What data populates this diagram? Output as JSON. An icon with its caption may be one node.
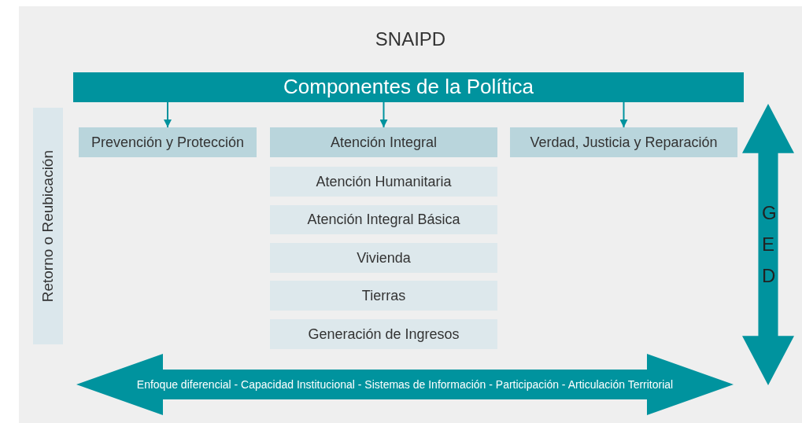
{
  "diagram": {
    "nodes": [
      {
        "text": [
          "SNAIPD"
        ]
      },
      {
        "text": [
          "Componentes de la Política"
        ],
        "in": 0
      },
      {
        "text": [
          "Prevención y Protección"
        ],
        "in": 0
      },
      {
        "text": [
          "Atención Integral"
        ],
        "in": 0
      },
      {
        "text": [
          "Verdad, Justicia y Reparación"
        ],
        "in": 0
      },
      {
        "text": [
          "Atención Humanitaria"
        ],
        "in": 0
      },
      {
        "text": [
          "Atención Integral Básica"
        ],
        "in": 0
      },
      {
        "text": [
          "Vivienda"
        ],
        "in": 0
      },
      {
        "text": [
          "Tierras"
        ],
        "in": 0
      },
      {
        "text": [
          "Generación de Ingresos"
        ],
        "in": 0
      },
      {
        "text": [
          "Retorno o Reubicación"
        ],
        "in": 0
      },
      {
        "text": [
          "GED"
        ],
        "in": 0
      },
      {
        "text": [
          "Enfoque diferencial - Capacidad Institucional - Sistemas de Información - Participación - Articulación Territorial"
        ],
        "in": 0
      }
    ],
    "edges": [
      {
        "from": 1,
        "to": 2,
        "arrow": "to"
      },
      {
        "from": 1,
        "to": 3,
        "arrow": "to"
      },
      {
        "from": 1,
        "to": 4,
        "arrow": "to"
      }
    ]
  }
}
